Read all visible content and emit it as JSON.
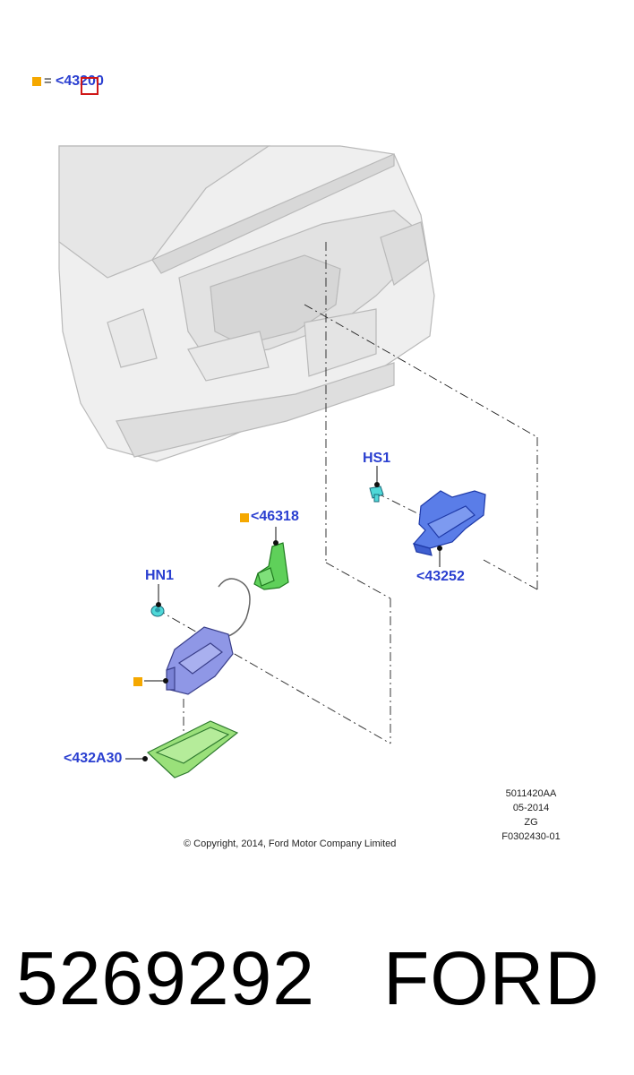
{
  "legend": {
    "equals": "=",
    "ref": "<43200"
  },
  "callouts": {
    "hs1": "HS1",
    "p43252": "<43252",
    "p46318": "<46318",
    "hn1": "HN1",
    "p432a30": "<432A30"
  },
  "doc_codes": [
    "5011420AA",
    "05-2014",
    "ZG",
    "F0302430-01"
  ],
  "copyright": "© Copyright, 2014, Ford Motor Company Limited",
  "footer": {
    "part_number": "5269292",
    "brand": "FORD"
  },
  "colors": {
    "callout_text": "#2a3fd0",
    "marker": "#f5a800",
    "highlight_box": "#d01818",
    "part_blue": "#5a7de8",
    "part_green": "#5fd05a",
    "part_cyan": "#4fd8d8",
    "part_lilac": "#8f97e6",
    "part_lightgreen": "#9ae07a"
  }
}
